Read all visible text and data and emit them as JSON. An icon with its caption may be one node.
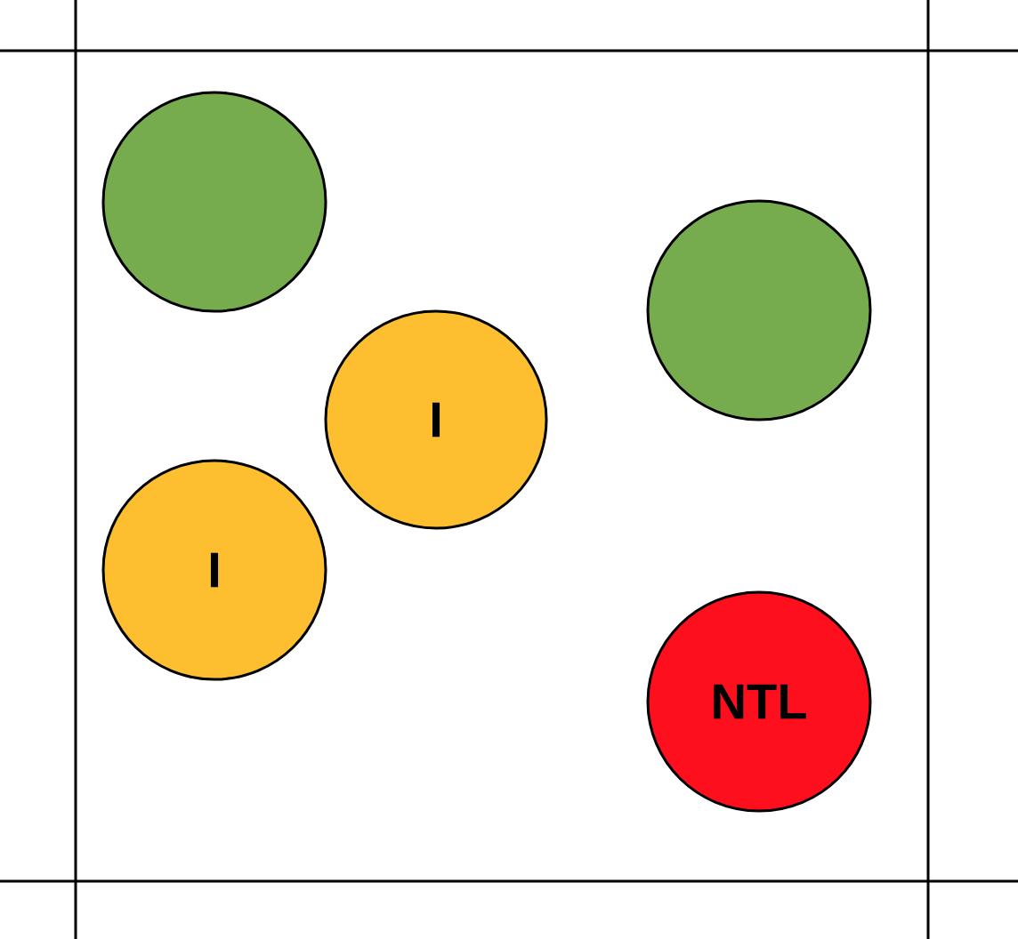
{
  "diagram": {
    "nodes": [
      {
        "text": [],
        "shape": "circle"
      },
      {
        "text": [],
        "shape": "circle"
      },
      {
        "text": [
          "I"
        ]
      },
      {
        "text": [
          "I"
        ]
      },
      {
        "text": [
          "NTL"
        ]
      }
    ]
  }
}
